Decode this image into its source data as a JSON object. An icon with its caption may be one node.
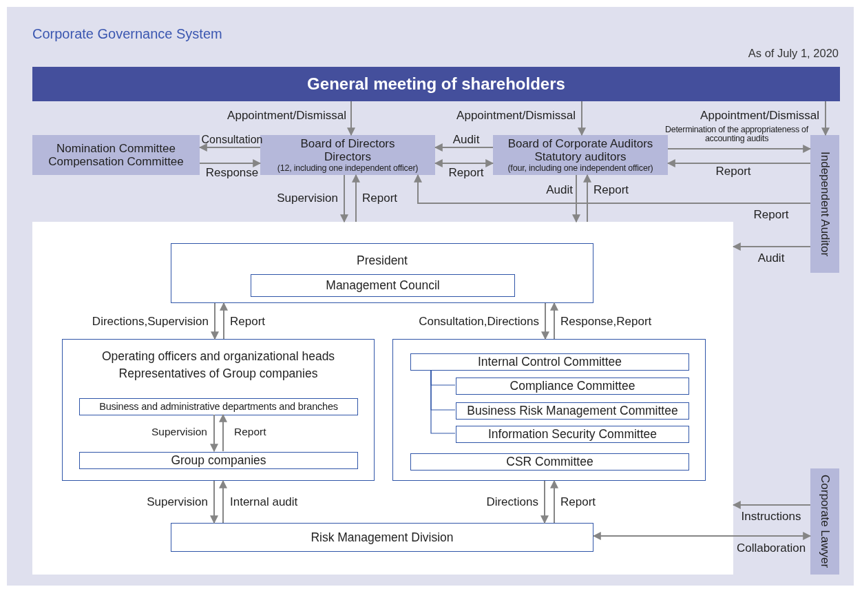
{
  "diagram": {
    "title": "Corporate Governance System",
    "nodes": [
      {
        "text": [
          "General meeting of shareholders"
        ]
      },
      {
        "text": [
          "Nomination Committee",
          "Compensation Committee"
        ]
      },
      {
        "text": [
          "Board of Directors",
          "Directors",
          "(12, including one independent officer)"
        ]
      },
      {
        "text": [
          "Board of Corporate Auditors",
          "Statutory auditors",
          "(four, including one independent officer)"
        ]
      },
      {
        "text": [
          "Independent Auditor"
        ]
      },
      {
        "text": [],
        "shape": "box"
      },
      {
        "text": [
          "President"
        ],
        "in": 5
      },
      {
        "text": [
          "Management Council"
        ],
        "in": 6
      },
      {
        "text": [
          "Operating officers and organizational heads",
          "Representatives of Group companies"
        ],
        "in": 5
      },
      {
        "text": [
          "Business and administrative departments and branches"
        ],
        "in": 8
      },
      {
        "text": [
          "Group companies"
        ],
        "in": 8
      },
      {
        "text": [],
        "shape": "box",
        "in": 5
      },
      {
        "text": [
          "Internal Control Committee"
        ],
        "in": 11
      },
      {
        "text": [
          "Compliance Committee"
        ],
        "in": 11
      },
      {
        "text": [
          "Business Risk Management Committee"
        ],
        "in": 11
      },
      {
        "text": [
          "Information Security Committee"
        ],
        "in": 11
      },
      {
        "text": [
          "CSR Committee"
        ],
        "in": 11
      },
      {
        "text": [
          "Risk Management Division"
        ],
        "in": 5
      },
      {
        "text": [
          "Corporate Lawyer"
        ]
      }
    ],
    "edges": [
      {
        "from": 0,
        "to": 2,
        "arrow": "to",
        "label": "Appointment/Dismissal"
      },
      {
        "from": 0,
        "to": 3,
        "arrow": "to",
        "label": "Appointment/Dismissal"
      },
      {
        "from": 0,
        "to": 4,
        "arrow": "to",
        "label": "Appointment/Dismissal"
      },
      {
        "from": 2,
        "to": 1,
        "arrow": "to",
        "label": "Consultation"
      },
      {
        "from": 1,
        "to": 2,
        "arrow": "to",
        "label": "Response"
      },
      {
        "from": 3,
        "to": 2,
        "arrow": "to",
        "label": "Audit"
      },
      {
        "from": 2,
        "to": 3,
        "arrow": "both",
        "label": "Report"
      },
      {
        "from": 3,
        "to": 4,
        "arrow": "to",
        "label": "Determination of the appropriateness of accounting audits"
      },
      {
        "from": 4,
        "to": 3,
        "arrow": "to",
        "label": "Report"
      },
      {
        "from": 2,
        "to": 5,
        "arrow": "to",
        "label": "Supervision"
      },
      {
        "from": 5,
        "to": 2,
        "arrow": "to",
        "label": "Report"
      },
      {
        "from": 3,
        "to": 5,
        "arrow": "to",
        "label": "Audit"
      },
      {
        "from": 5,
        "to": 3,
        "arrow": "to",
        "label": "Report"
      },
      {
        "from": 4,
        "to": 2,
        "arrow": "to",
        "label": "Report"
      },
      {
        "from": 4,
        "to": 5,
        "arrow": "to",
        "label": "Audit"
      },
      {
        "from": 6,
        "to": 8,
        "arrow": "to",
        "label": "Directions,Supervision"
      },
      {
        "from": 8,
        "to": 6,
        "arrow": "to",
        "label": "Report"
      },
      {
        "from": 6,
        "to": 11,
        "arrow": "to",
        "label": "Consultation,Directions"
      },
      {
        "from": 11,
        "to": 6,
        "arrow": "to",
        "label": "Response,Report"
      },
      {
        "from": 9,
        "to": 10,
        "arrow": "to",
        "label": "Supervision"
      },
      {
        "from": 10,
        "to": 9,
        "arrow": "to",
        "label": "Report"
      },
      {
        "from": 12,
        "to": 13,
        "arrow": "none",
        "color": "#2f55a8"
      },
      {
        "from": 12,
        "to": 14,
        "arrow": "none",
        "color": "#2f55a8"
      },
      {
        "from": 12,
        "to": 15,
        "arrow": "none",
        "color": "#2f55a8"
      },
      {
        "from": 8,
        "to": 17,
        "arrow": "to",
        "label": "Supervision"
      },
      {
        "from": 17,
        "to": 8,
        "arrow": "to",
        "label": "Internal audit"
      },
      {
        "from": 11,
        "to": 17,
        "arrow": "to",
        "label": "Directions"
      },
      {
        "from": 17,
        "to": 11,
        "arrow": "to",
        "label": "Report"
      },
      {
        "from": 18,
        "to": 5,
        "arrow": "to",
        "label": "Instructions"
      },
      {
        "from": 17,
        "to": 18,
        "arrow": "both",
        "label": "Collaboration"
      }
    ],
    "labels": [
      "As of July 1, 2020"
    ]
  }
}
